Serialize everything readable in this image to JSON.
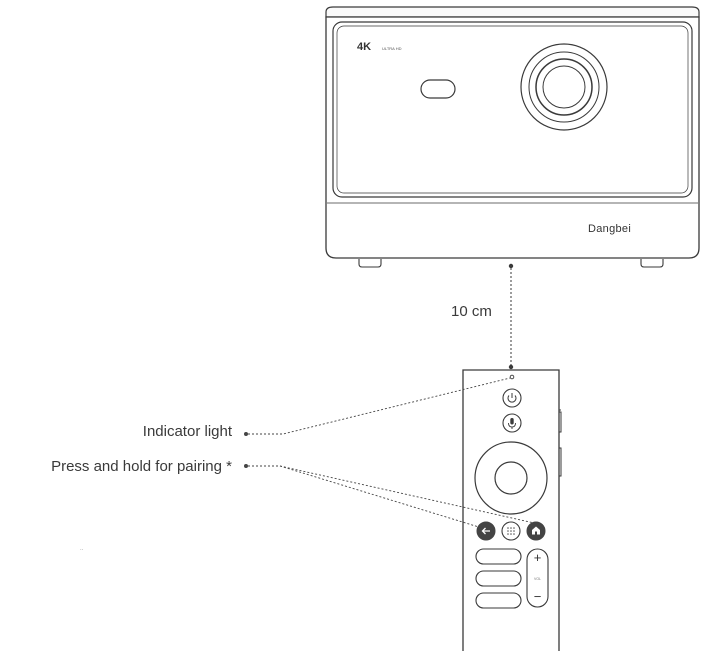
{
  "projector": {
    "badge_main": "4K",
    "badge_sub": "ULTRA HD",
    "brand": "Dangbei"
  },
  "distance": {
    "label": "10 cm"
  },
  "callouts": {
    "indicator": "Indicator light",
    "pairing": "Press and hold for pairing *"
  },
  "remote": {
    "vol_label": "VOL",
    "vol_plus": "+",
    "vol_minus": "−"
  },
  "footnote_marks": ".."
}
